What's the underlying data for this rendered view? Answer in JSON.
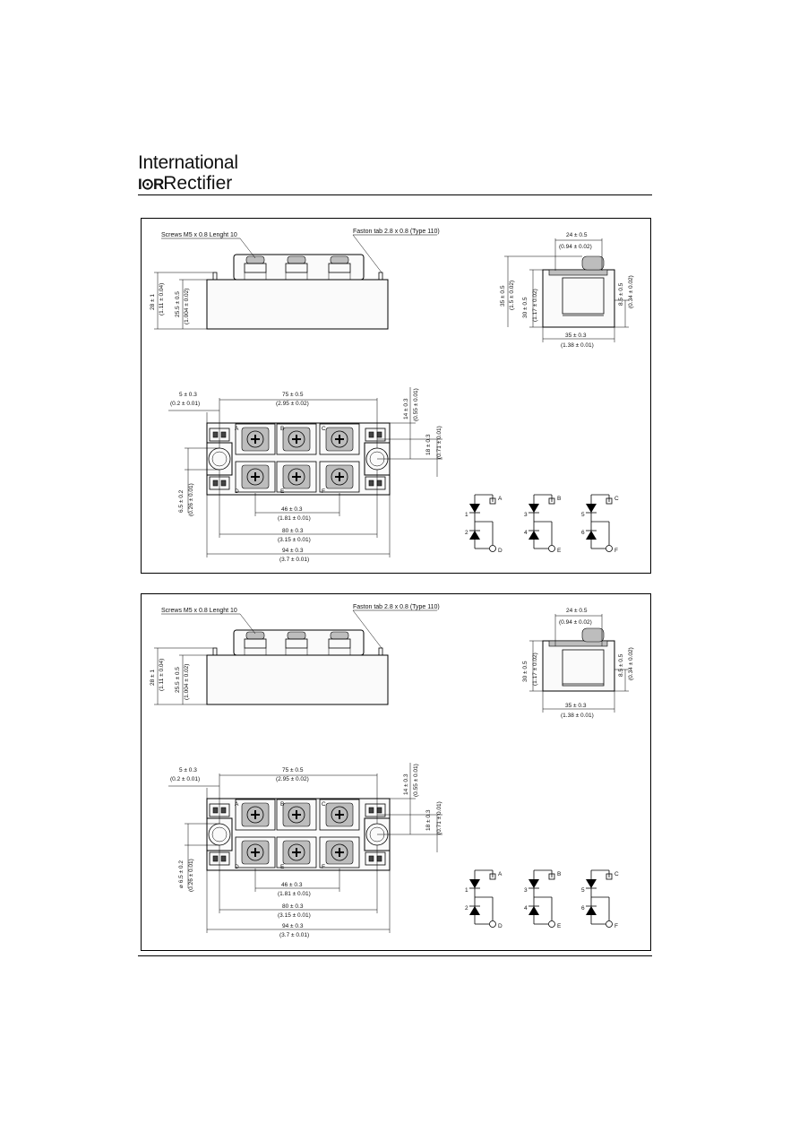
{
  "header": {
    "company_line1": "International",
    "company_logo_mark": "I⊙R",
    "company_line2": "Rectifier"
  },
  "panels": [
    {
      "id": "panel-1",
      "side_view": {
        "screws_label": "Screws M5 x 0.8 Lenght 10",
        "faston_label": "Faston tab 2.8 x 0.8 (Type 110)",
        "height_total": "28 ± 1",
        "height_total_in": "(1.11 ± 0.04)",
        "height_body": "25.5 ± 0.5",
        "height_body_in": "(1.004 ± 0.02)"
      },
      "end_view": {
        "top_width": "24 ± 0.5",
        "top_width_in": "(0.94 ± 0.02)",
        "h1": "35 ± 0.5",
        "h1_in": "(1.5 ± 0.02)",
        "h2": "30 ± 0.5",
        "h2_in": "(1.17 ± 0.02)",
        "h3": "8.5 ± 0.5",
        "h3_in": "(0.34 ± 0.02)",
        "base_width": "35 ± 0.3",
        "base_width_in": "(1.38 ± 0.01)"
      },
      "top_view": {
        "d_edge": "5 ± 0.3",
        "d_edge_in": "(0.2 ± 0.01)",
        "d_centers": "75 ± 0.5",
        "d_centers_in": "(2.95 ± 0.02)",
        "d_right1": "14 ± 0.3",
        "d_right1_in": "(0.55 ± 0.01)",
        "d_right2": "18 ± 0.3",
        "d_right2_in": "(0.71 ± 0.01)",
        "d_hole": "6.5 ± 0.2",
        "d_hole_in": "(0.26 ± 0.01)",
        "d_46": "46 ± 0.3",
        "d_46_in": "(1.81 ± 0.01)",
        "d_80": "80 ± 0.3",
        "d_80_in": "(3.15 ± 0.01)",
        "d_94": "94 ± 0.3",
        "d_94_in": "(3.7 ± 0.01)",
        "pin_top_left": "A",
        "pin_top_mid": "B",
        "pin_top_right": "C",
        "pin_bot_left": "D",
        "pin_bot_mid": "E",
        "pin_bot_right": "F"
      },
      "schematics": [
        {
          "n1": "1",
          "n2": "2",
          "t1": "A",
          "t2": "D"
        },
        {
          "n1": "3",
          "n2": "4",
          "t1": "B",
          "t2": "E"
        },
        {
          "n1": "5",
          "n2": "6",
          "t1": "C",
          "t2": "F"
        }
      ]
    },
    {
      "id": "panel-2",
      "side_view": {
        "screws_label": "Screws M5 x 0.8 Lenght 10",
        "faston_label": "Faston tab 2.8 x 0.8 (Type 110)",
        "height_total": "28 ± 1",
        "height_total_in": "(1.11 ± 0.04)",
        "height_body": "25.5 ± 0.5",
        "height_body_in": "(1.004 ± 0.02)"
      },
      "end_view": {
        "top_width": "24 ± 0.5",
        "top_width_in": "(0.94 ± 0.02)",
        "h2": "30 ± 0.5",
        "h2_in": "(1.17 ± 0.02)",
        "h3": "8.5 ± 0.5",
        "h3_in": "(0.34 ± 0.02)",
        "base_width": "35 ± 0.3",
        "base_width_in": "(1.38 ± 0.01)"
      },
      "top_view": {
        "d_edge": "5 ± 0.3",
        "d_edge_in": "(0.2 ± 0.01)",
        "d_centers": "75 ± 0.5",
        "d_centers_in": "(2.95 ± 0.02)",
        "d_right1": "14 ± 0.3",
        "d_right1_in": "(0.55 ± 0.01)",
        "d_right2": "18 ± 0.3",
        "d_right2_in": "(0.71 ± 0.01)",
        "d_hole": "⌀ 6.5 ± 0.2",
        "d_hole_in": "(0.26 ± 0.01)",
        "d_46": "46 ± 0.3",
        "d_46_in": "(1.81 ± 0.01)",
        "d_80": "80 ± 0.3",
        "d_80_in": "(3.15 ± 0.01)",
        "d_94": "94 ± 0.3",
        "d_94_in": "(3.7 ± 0.01)",
        "pin_top_left": "A",
        "pin_top_mid": "B",
        "pin_top_right": "C",
        "pin_bot_left": "D",
        "pin_bot_mid": "E",
        "pin_bot_right": "F"
      },
      "schematics": [
        {
          "n1": "1",
          "n2": "2",
          "t1": "A",
          "t2": "D"
        },
        {
          "n1": "3",
          "n2": "4",
          "t1": "B",
          "t2": "E"
        },
        {
          "n1": "5",
          "n2": "6",
          "t1": "C",
          "t2": "F"
        }
      ]
    }
  ]
}
